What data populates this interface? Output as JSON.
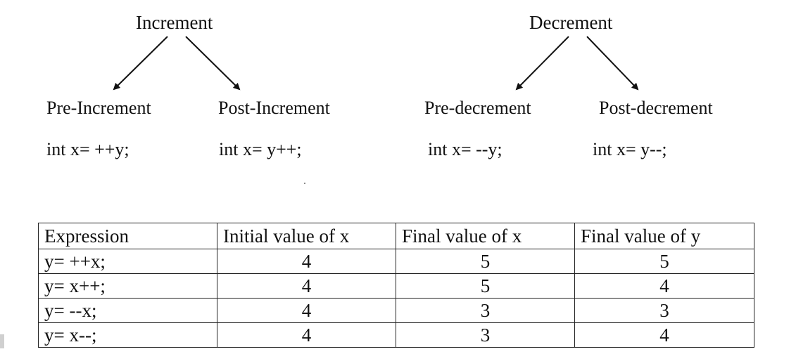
{
  "increment": {
    "title": "Increment",
    "pre_label": "Pre-Increment",
    "post_label": "Post-Increment",
    "pre_code": "int x= ++y;",
    "post_code": "int x= y++;"
  },
  "decrement": {
    "title": "Decrement",
    "pre_label": "Pre-decrement",
    "post_label": "Post-decrement",
    "pre_code": "int x= --y;",
    "post_code": "int x= y--;"
  },
  "table": {
    "headers": [
      "Expression",
      "Initial value of  x",
      "Final value of  x",
      "Final value of y"
    ],
    "rows": [
      [
        "y= ++x;",
        "4",
        "5",
        "5"
      ],
      [
        "y= x++;",
        "4",
        "5",
        "4"
      ],
      [
        "y= --x;",
        "4",
        "3",
        "3"
      ],
      [
        "y= x--;",
        "4",
        "3",
        "4"
      ]
    ]
  }
}
